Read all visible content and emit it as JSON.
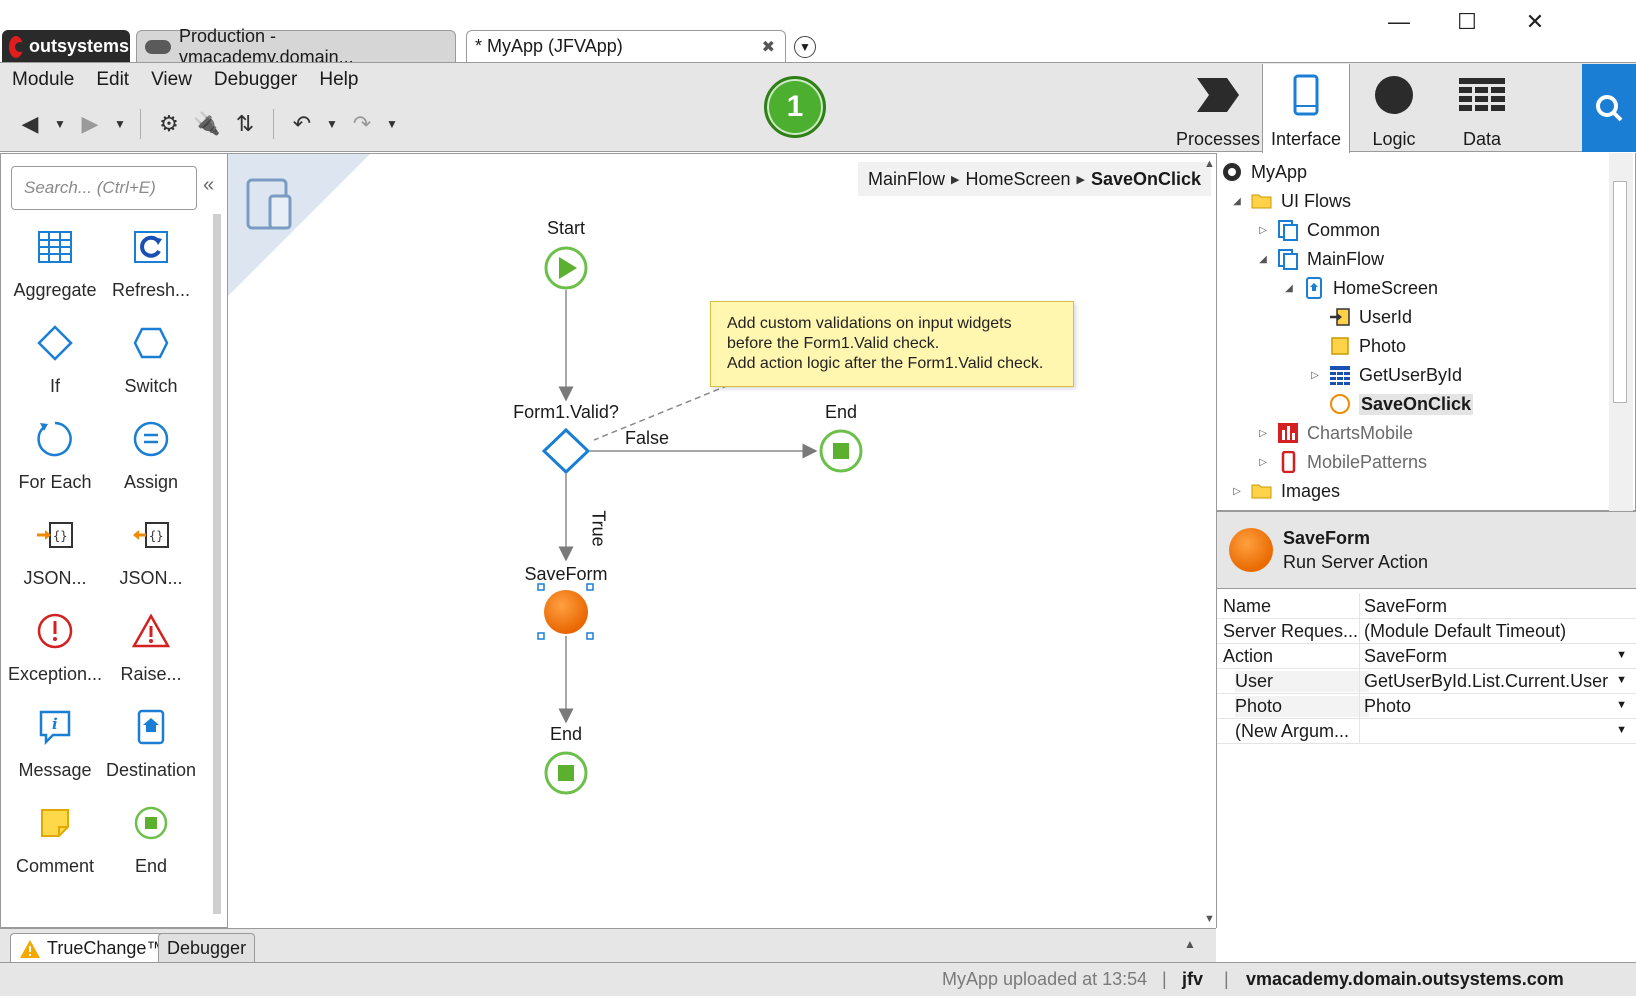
{
  "tabs": {
    "brand": "outsystems",
    "environment": "Production - vmacademy.domain...",
    "module": "* MyApp (JFVApp)"
  },
  "window_controls": {
    "minimize": "—",
    "maximize": "☐",
    "close": "✕"
  },
  "menu": [
    "Module",
    "Edit",
    "View",
    "Debugger",
    "Help"
  ],
  "notification_count": "1",
  "main_tabs": {
    "processes": "Processes",
    "interface": "Interface",
    "logic": "Logic",
    "data": "Data"
  },
  "toolbox": {
    "search_placeholder": "Search... (Ctrl+E)",
    "tools": [
      "Aggregate",
      "Refresh...",
      "If",
      "Switch",
      "For Each",
      "Assign",
      "JSON...",
      "JSON...",
      "Exception...",
      "Raise...",
      "Message",
      "Destination",
      "Comment",
      "End"
    ]
  },
  "breadcrumb": [
    "MainFlow",
    "HomeScreen",
    "SaveOnClick"
  ],
  "flow": {
    "start": "Start",
    "if_node": "Form1.Valid?",
    "end_top": "End",
    "false_label": "False",
    "true_label": "True",
    "action_node": "SaveForm",
    "end_bottom": "End",
    "comment_lines": [
      "Add custom validations on input widgets",
      "before the Form1.Valid check.",
      "Add action logic after the Form1.Valid check."
    ]
  },
  "tree": [
    "MyApp",
    "UI Flows",
    "Common",
    "MainFlow",
    "HomeScreen",
    "UserId",
    "Photo",
    "GetUserById",
    "SaveOnClick",
    "ChartsMobile",
    "MobilePatterns",
    "Images"
  ],
  "properties": {
    "title": "SaveForm",
    "subtitle": "Run Server Action",
    "rows": [
      {
        "key": "Name",
        "value": "SaveForm"
      },
      {
        "key": "Server Reques...",
        "value": "(Module Default Timeout)"
      },
      {
        "key": "Action",
        "value": "SaveForm"
      },
      {
        "key": "User",
        "value": "GetUserById.List.Current.User"
      },
      {
        "key": "Photo",
        "value": "Photo"
      },
      {
        "key": "(New Argum...",
        "value": ""
      }
    ]
  },
  "bottom_tabs": {
    "truechange": "TrueChange™",
    "debugger": "Debugger"
  },
  "status": {
    "upload": "MyApp uploaded at 13:54",
    "sep": "|",
    "user": "jfv",
    "server": "vmacademy.domain.outsystems.com"
  }
}
